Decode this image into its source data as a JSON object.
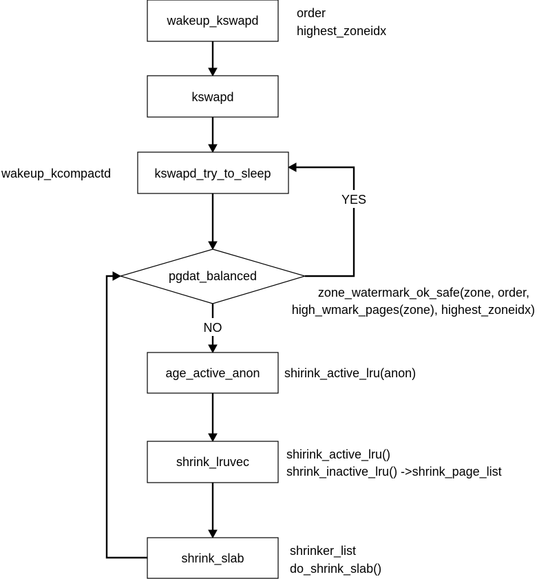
{
  "nodes": {
    "wakeup_kswapd": "wakeup_kswapd",
    "kswapd": "kswapd",
    "kswapd_try_to_sleep": "kswapd_try_to_sleep",
    "pgdat_balanced": "pgdat_balanced",
    "age_active_anon": "age_active_anon",
    "shrink_lruvec": "shrink_lruvec",
    "shrink_slab": "shrink_slab"
  },
  "annotations": {
    "wakeup_kswapd_line1": "order",
    "wakeup_kswapd_line2": "highest_zoneidx",
    "try_to_sleep_left": "wakeup_kcompactd",
    "pgdat_balanced_line1": "zone_watermark_ok_safe(zone, order,",
    "pgdat_balanced_line2": "high_wmark_pages(zone), highest_zoneidx)",
    "age_active_anon_note": "shirink_active_lru(anon)",
    "shrink_lruvec_line1": "shirink_active_lru()",
    "shrink_lruvec_line2": "shrink_inactive_lru() ->shrink_page_list",
    "shrink_slab_line1": "shrinker_list",
    "shrink_slab_line2": "do_shrink_slab()"
  },
  "edge_labels": {
    "yes": "YES",
    "no": "NO"
  },
  "colors": {
    "stroke": "#000000",
    "fill": "#ffffff",
    "text": "#000000"
  }
}
